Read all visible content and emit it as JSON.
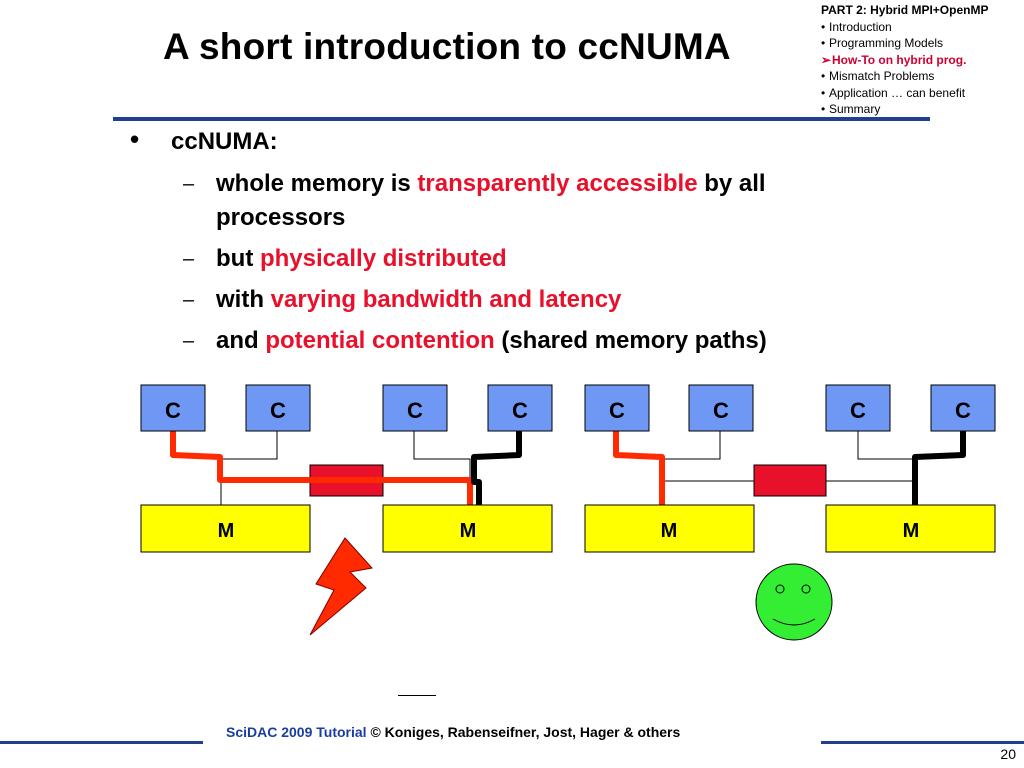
{
  "title": "A short introduction to ccNUMA",
  "topnav": {
    "header": "PART 2: Hybrid MPI+OpenMP",
    "items": [
      {
        "mark": "•",
        "label": "Introduction",
        "current": false
      },
      {
        "mark": "•",
        "label": "Programming Models",
        "current": false
      },
      {
        "mark": "➢",
        "label": "How-To on hybrid prog.",
        "current": true
      },
      {
        "mark": "•",
        "label": "Mismatch Problems",
        "current": false
      },
      {
        "mark": "•",
        "label": "Application … can benefit",
        "current": false
      },
      {
        "mark": "•",
        "label": "Summary",
        "current": false
      }
    ]
  },
  "content": {
    "bullet_mark": "•",
    "dash_mark": "–",
    "heading": "ccNUMA:",
    "items": [
      {
        "pre": "whole memory is ",
        "emph": "transparently accessible",
        "post": " by all"
      },
      {
        "pre": "processors",
        "emph": "",
        "post": ""
      },
      {
        "pre": "but ",
        "emph": "physically distributed",
        "post": ""
      },
      {
        "pre": "with ",
        "emph": "varying bandwidth and latency",
        "post": ""
      },
      {
        "pre": "and ",
        "emph": "potential contention",
        "post": " (shared memory paths)"
      }
    ]
  },
  "diagram": {
    "core_label": "C",
    "memory_label": "M",
    "colors": {
      "core_fill": "#6f98f4",
      "memory_fill": "#ffff00",
      "contention_fill": "#e8102a",
      "path_red": "#ff2a00",
      "path_black": "#000000",
      "smiley_fill": "#33ee33",
      "bolt_fill": "#ff2a00"
    }
  },
  "footer": {
    "brand": "SciDAC 2009 Tutorial",
    "credit": " © Koniges, Rabenseifner, Jost, Hager & others"
  },
  "page_number": "20"
}
